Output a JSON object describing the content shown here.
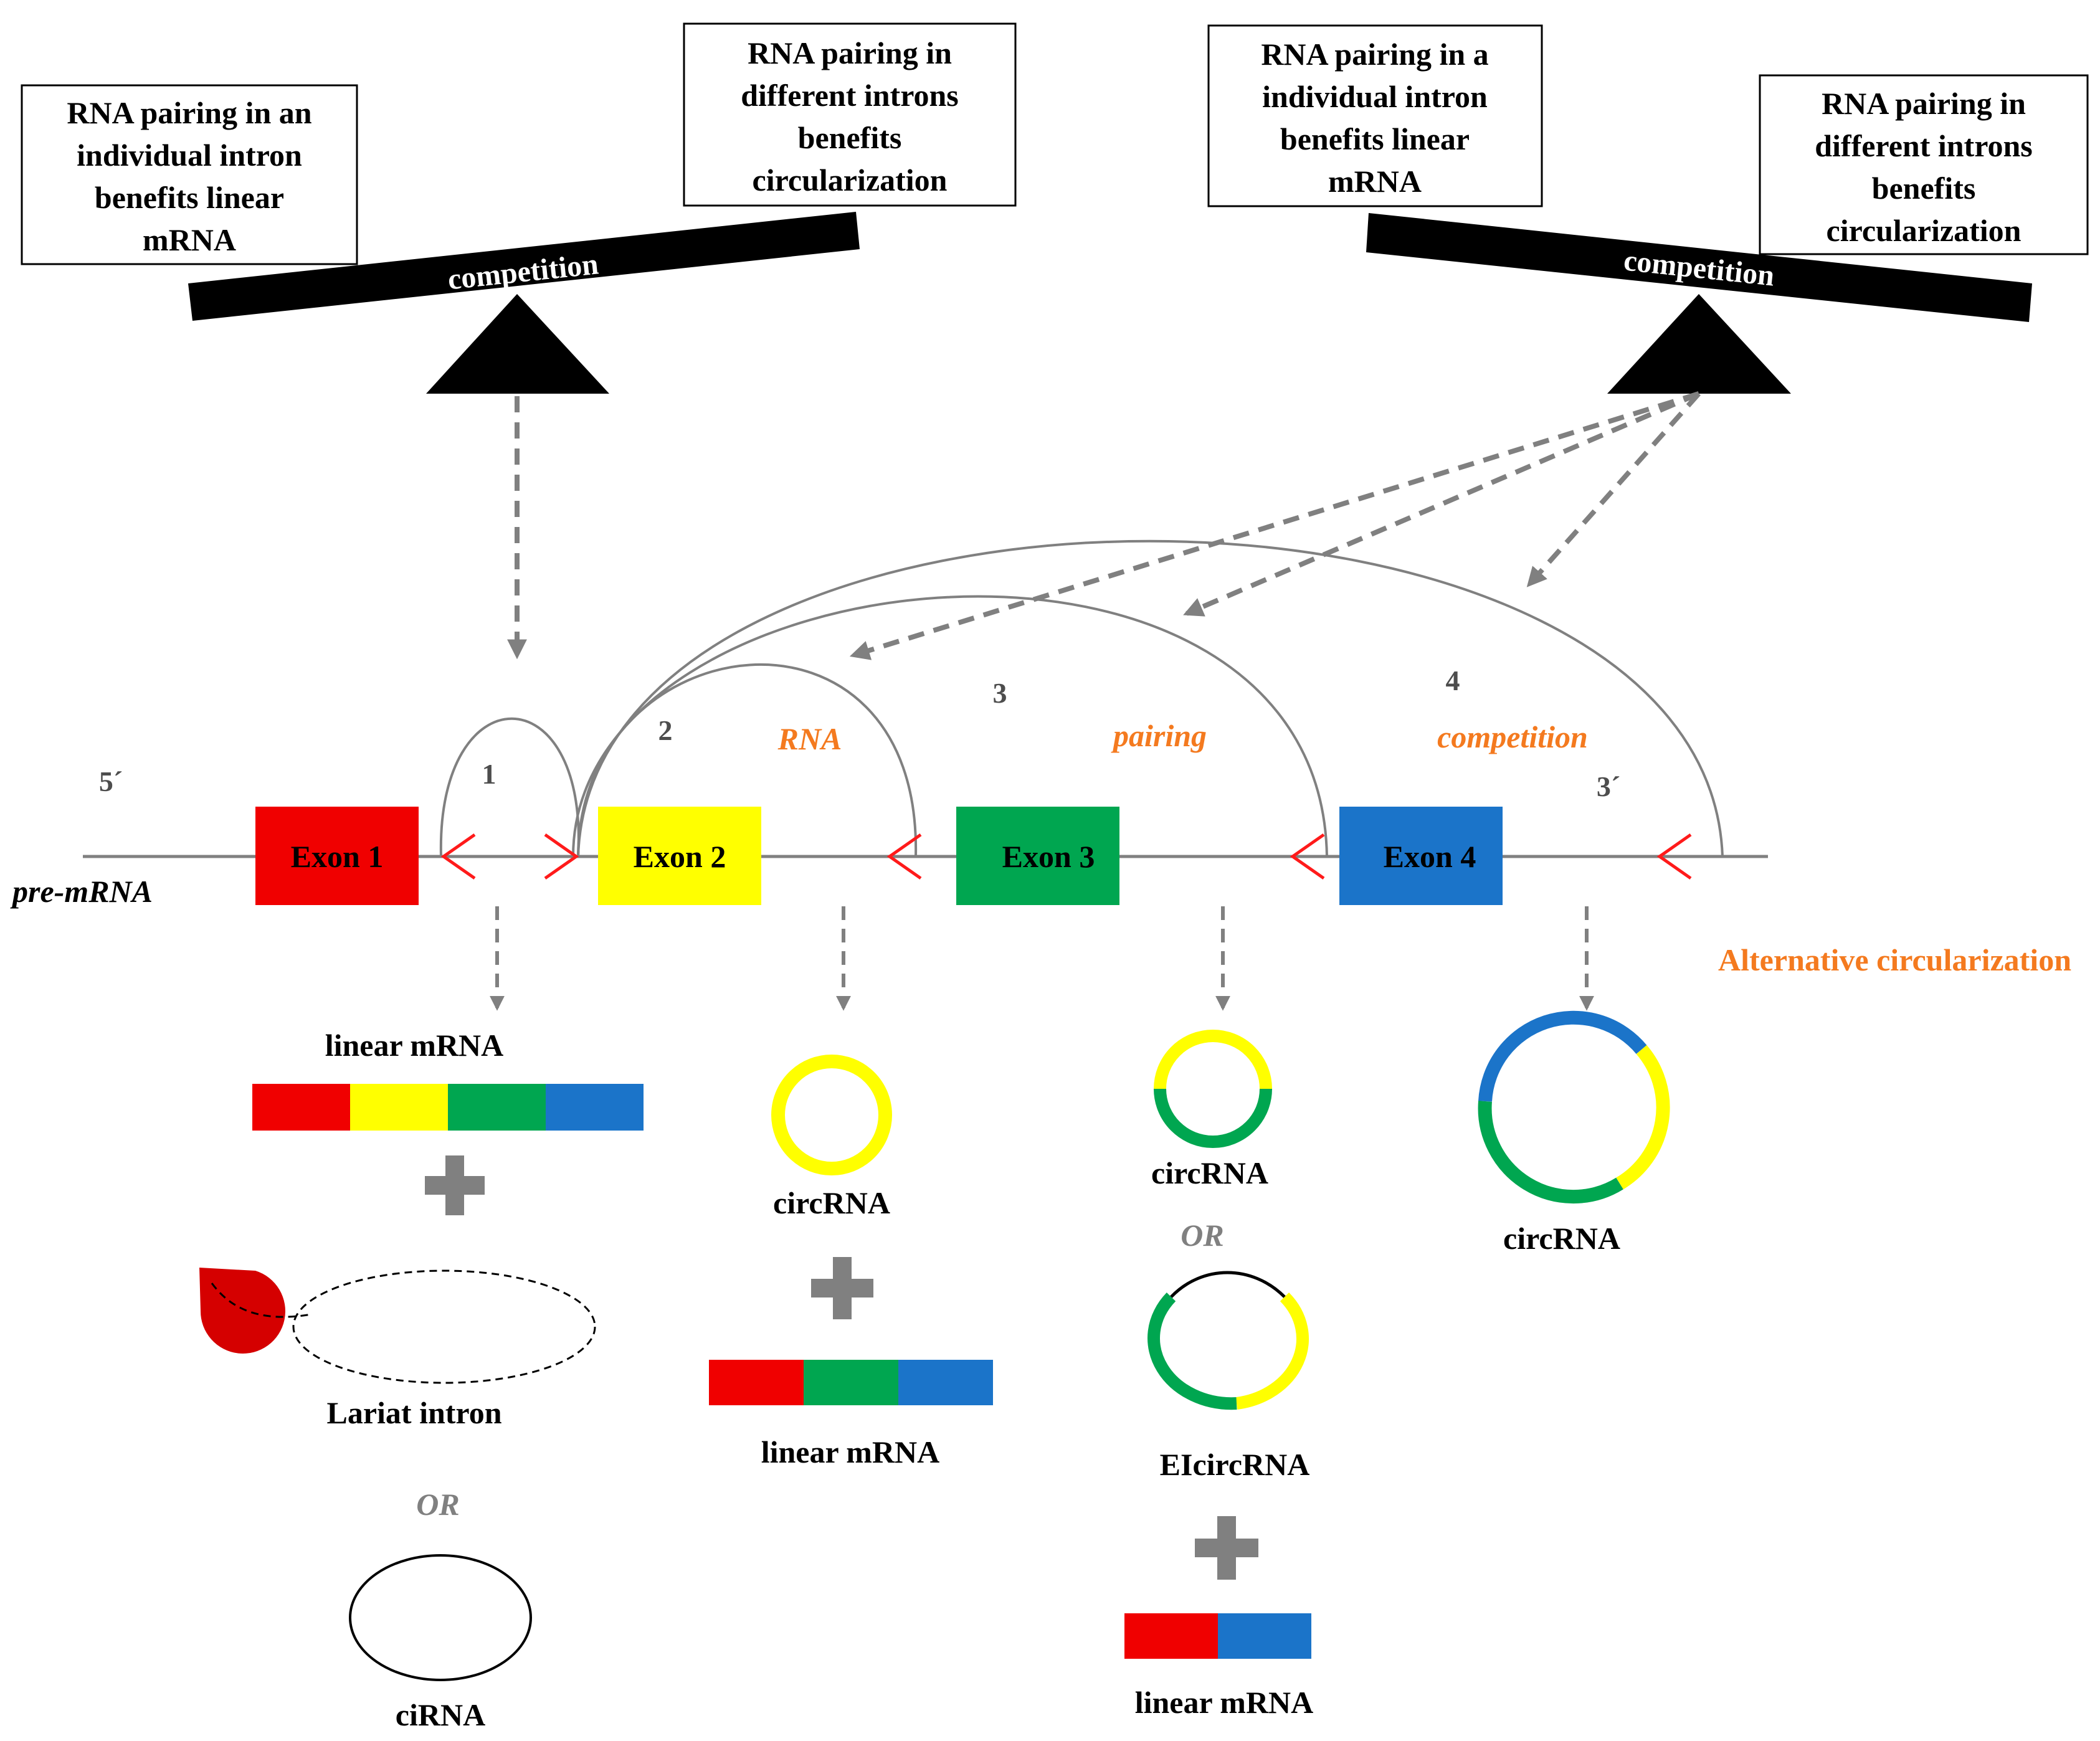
{
  "boxes": {
    "left_a": [
      "RNA pairing in an",
      "individual intron",
      "benefits linear",
      "mRNA"
    ],
    "left_b": [
      "RNA pairing in",
      "different introns",
      "benefits",
      "circularization"
    ],
    "right_a": [
      "RNA pairing in a",
      "individual intron",
      "benefits linear",
      "mRNA"
    ],
    "right_b": [
      "RNA pairing in",
      "different introns",
      "benefits",
      "circularization"
    ]
  },
  "balances": {
    "left_label": "competition",
    "right_label": "competition"
  },
  "strand": {
    "five_prime": "5´",
    "three_prime": "3´",
    "name": "pre-mRNA"
  },
  "exons": [
    {
      "label": "Exon 1",
      "color": "#f00000"
    },
    {
      "label": "Exon 2",
      "color": "#ffff00"
    },
    {
      "label": "Exon 3",
      "color": "#00a650"
    },
    {
      "label": "Exon 4",
      "color": "#1b74c9"
    }
  ],
  "pairing_numbers": [
    "1",
    "2",
    "3",
    "4"
  ],
  "pairing_words": [
    "RNA",
    "pairing",
    "competition"
  ],
  "alt_circ_label": "Alternative circularization",
  "products": {
    "col1": {
      "linear_label": "linear mRNA",
      "lariat_label": "Lariat intron",
      "or_label": "OR",
      "cirna_label": "ciRNA"
    },
    "col2": {
      "circ_label": "circRNA",
      "linear_label": "linear mRNA"
    },
    "col3": {
      "circ_label": "circRNA",
      "or_label": "OR",
      "eicirc_label": "EIcircRNA",
      "linear_label": "linear mRNA"
    },
    "col4": {
      "circ_label": "circRNA"
    }
  },
  "colors": {
    "red": "#f00000",
    "yellow": "#ffff00",
    "green": "#00a650",
    "blue": "#1b74c9",
    "orange": "#f47a1f",
    "gray_arrow": "#808080",
    "lariat_red": "#d50000"
  }
}
